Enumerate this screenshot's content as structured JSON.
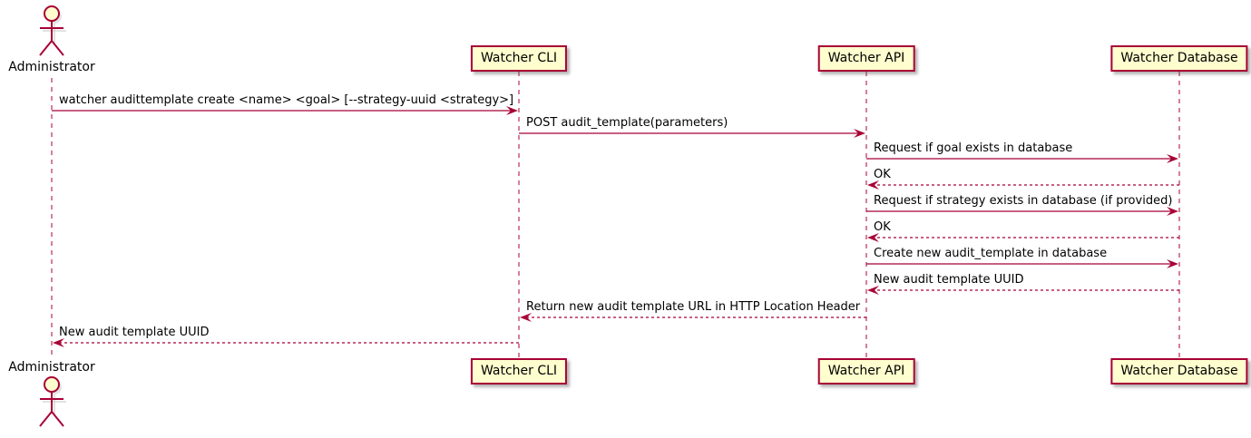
{
  "diagram": {
    "kind": "uml-sequence-diagram",
    "colors": {
      "background": "#FFFFFF",
      "participant_fill": "#FEFECE",
      "line": "#A80036",
      "text": "#000000",
      "shadow": "#5A5A5A"
    },
    "actor": {
      "name": "Administrator"
    },
    "participants": [
      {
        "name": "Watcher CLI"
      },
      {
        "name": "Watcher API"
      },
      {
        "name": "Watcher Database"
      }
    ],
    "messages": [
      {
        "from": "Administrator",
        "to": "Watcher CLI",
        "text": "watcher audittemplate create <name> <goal> [--strategy-uuid <strategy>]",
        "line": "solid"
      },
      {
        "from": "Watcher CLI",
        "to": "Watcher API",
        "text": "POST audit_template(parameters)",
        "line": "solid"
      },
      {
        "from": "Watcher API",
        "to": "Watcher Database",
        "text": "Request if goal exists in database",
        "line": "solid"
      },
      {
        "from": "Watcher Database",
        "to": "Watcher API",
        "text": "OK",
        "line": "dashed"
      },
      {
        "from": "Watcher API",
        "to": "Watcher Database",
        "text": "Request if strategy exists in database (if provided)",
        "line": "solid"
      },
      {
        "from": "Watcher Database",
        "to": "Watcher API",
        "text": "OK",
        "line": "dashed"
      },
      {
        "from": "Watcher API",
        "to": "Watcher Database",
        "text": "Create new audit_template in database",
        "line": "solid"
      },
      {
        "from": "Watcher Database",
        "to": "Watcher API",
        "text": "New audit template UUID",
        "line": "dashed"
      },
      {
        "from": "Watcher API",
        "to": "Watcher CLI",
        "text": "Return new audit template URL in HTTP Location Header",
        "line": "dashed"
      },
      {
        "from": "Watcher CLI",
        "to": "Administrator",
        "text": "New audit template UUID",
        "line": "dashed"
      }
    ]
  }
}
